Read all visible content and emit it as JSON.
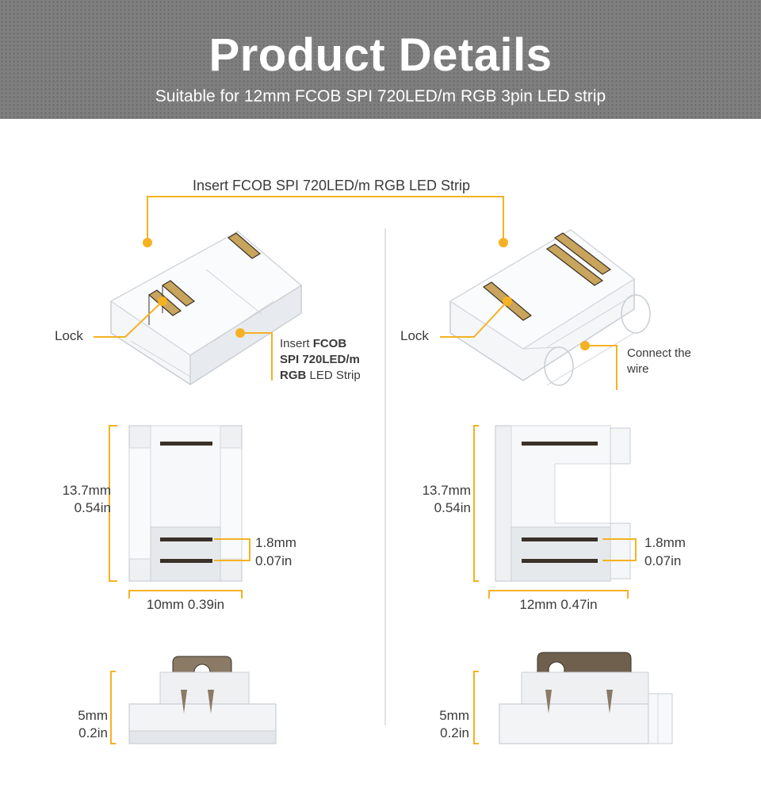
{
  "header": {
    "title": "Product Details",
    "subtitle": "Suitable for 12mm FCOB SPI 720LED/m RGB 3pin LED strip"
  },
  "top_label": "Insert FCOB SPI 720LED/m RGB LED Strip",
  "left": {
    "lock_label": "Lock",
    "insert_prefix": "Insert ",
    "insert_bold_1": "FCOB",
    "insert_bold_2": "SPI 720LED/m",
    "insert_bold_3": "RGB",
    "insert_suffix": " LED Strip",
    "height_mm": "13.7mm",
    "height_in": "0.54in",
    "pitch_mm": "1.8mm",
    "pitch_in": "0.07in",
    "width": "10mm 0.39in",
    "thick_mm": "5mm",
    "thick_in": "0.2in"
  },
  "right": {
    "lock_label": "Lock",
    "wire_line1": "Connect the",
    "wire_line2": "wire",
    "height_mm": "13.7mm",
    "height_in": "0.54in",
    "pitch_mm": "1.8mm",
    "pitch_in": "0.07in",
    "width": "12mm 0.47in",
    "thick_mm": "5mm",
    "thick_in": "0.2in"
  },
  "colors": {
    "accent": "#f4b223",
    "header_bg": "#7f7f7f",
    "text": "#3a3a3a",
    "connector_body": "#eef0f2",
    "connector_edge": "#c9ced4",
    "contact_gold": "#c8a45c",
    "contact_dark": "#3a3128",
    "divider": "#d9d9d9"
  }
}
